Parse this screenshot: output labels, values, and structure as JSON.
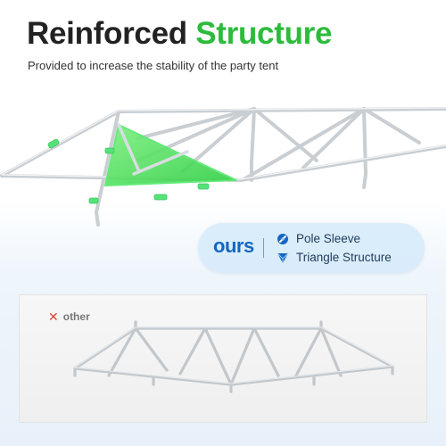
{
  "header": {
    "title_part1": "Reinforced",
    "title_part2": "Structure",
    "subtitle": "Provided to increase the stability of the party tent"
  },
  "ours_badge": {
    "logo": "ours",
    "features": [
      {
        "icon": "pole-sleeve-icon",
        "label": "Pole Sleeve"
      },
      {
        "icon": "triangle-structure-icon",
        "label": "Triangle Structure"
      }
    ]
  },
  "comparison": {
    "other_label": "other",
    "other_icon": "cross-icon"
  },
  "colors": {
    "accent_green": "#2dbb3c",
    "brand_blue": "#1566c2",
    "cross_red": "#e0452f"
  }
}
